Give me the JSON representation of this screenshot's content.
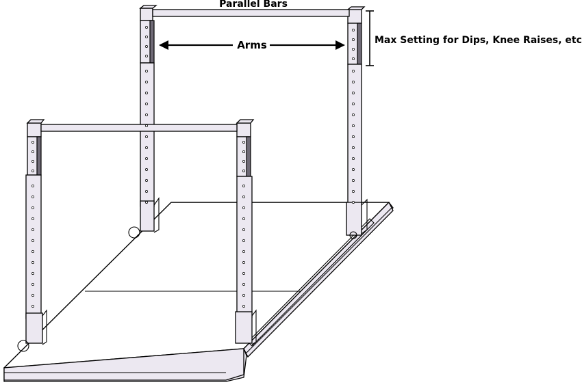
{
  "diagram": {
    "title": "Parallel Bars",
    "arms_label": "Arms",
    "max_setting_label": "Max Setting for Dips, Knee Raises, etc."
  },
  "colors": {
    "frame_fill": "#ece8f1",
    "upright_dark": "#6f6a76",
    "outline": "#000000",
    "platform_edge": "#ece8f1"
  }
}
